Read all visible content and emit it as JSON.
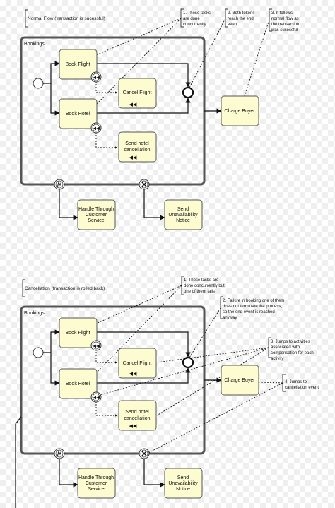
{
  "top": {
    "header": "Normal Flow (transaction is sucessful)",
    "pool": "Bookings",
    "tasks": {
      "book_flight": "Book Flight",
      "cancel_flight": "Cancel Flight",
      "book_hotel": "Book Hotel",
      "send_hotel_cancellation": [
        "Send hotel",
        "cancellation"
      ],
      "charge_buyer": "Charge Buyer",
      "handle_customer": [
        "Handle Through",
        "Customer",
        "Service"
      ],
      "send_unavailability": [
        "Send",
        "Unavailability",
        "Notice"
      ]
    },
    "annotations": [
      [
        "1. These tasks",
        "are done",
        "concurrently"
      ],
      [
        "2. Both tokens",
        "reach the end",
        "event"
      ],
      [
        "3. It follows",
        "normal flow as",
        "the transaction",
        "was sucessful"
      ]
    ]
  },
  "bottom": {
    "header": "Cancellation (transaction is rolled back)",
    "pool": "Bookings",
    "tasks": {
      "book_flight": "Book Flight",
      "cancel_flight": "Cancel Flight",
      "book_hotel": "Book Hotel",
      "send_hotel_cancellation": [
        "Send hotel",
        "cancellation"
      ],
      "charge_buyer": "Charge Buyer",
      "handle_customer": [
        "Handle Through",
        "Customer",
        "Service"
      ],
      "send_unavailability": [
        "Send",
        "Unavailability",
        "Notice"
      ]
    },
    "annotations": [
      [
        "1. These tasks are",
        "done concurrently but",
        "one of them fails"
      ],
      [
        "2. Failure in booking one of them",
        "does not terminate the process,",
        "so the end event is reached",
        "anyway"
      ],
      [
        "3. Jumps to activities",
        "associated with",
        "compensation for each",
        "activity"
      ],
      [
        "4. Jumps to",
        "cancellation event"
      ]
    ]
  }
}
